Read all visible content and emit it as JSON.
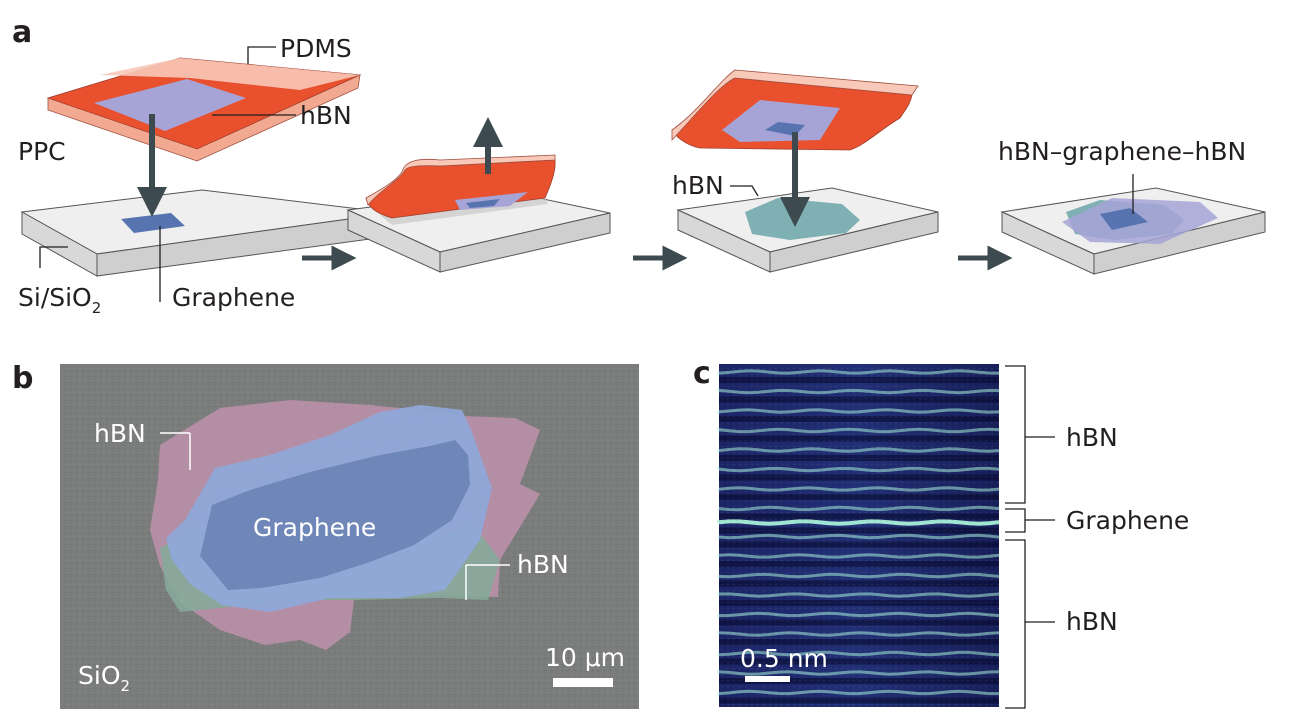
{
  "panels": {
    "a": {
      "letter": "a",
      "labels": {
        "pdms": "PDMS",
        "hbn_top": "hBN",
        "ppc": "PPC",
        "si_prefix": "Si/SiO",
        "si_sub": "2",
        "graphene": "Graphene",
        "hbn_step3": "hBN",
        "stack": "hBN–graphene–hBN"
      }
    },
    "b": {
      "letter": "b",
      "labels": {
        "hbn_upper": "hBN",
        "graphene": "Graphene",
        "hbn_lower": "hBN",
        "substrate_prefix": "SiO",
        "substrate_sub": "2",
        "scale": "10 μm"
      }
    },
    "c": {
      "letter": "c",
      "labels": {
        "hbn_top": "hBN",
        "graphene": "Graphene",
        "hbn_bottom": "hBN",
        "scale": "0.5 nm"
      }
    }
  },
  "colors": {
    "pdms": "#f8c8b8",
    "pdms_side": "#f2a992",
    "ppc": "#e8502e",
    "hbn_sheet": "#a6a4d6",
    "graphene": "#5874b0",
    "substrate_top": "#efefef",
    "substrate_side": "#d6d6d6",
    "arrow": "#3d4b50",
    "hbn_flake": "#7fb0b3",
    "micrograph_bg": "#7a7d7b",
    "micro_pink": "#b78fa6",
    "micro_blue": "#8fa8d8",
    "micro_green": "#86a89a",
    "micro_graphene": "#6f87b8",
    "tem_bg": "#1a1f5a",
    "tem_line": "#a8f0d8"
  }
}
